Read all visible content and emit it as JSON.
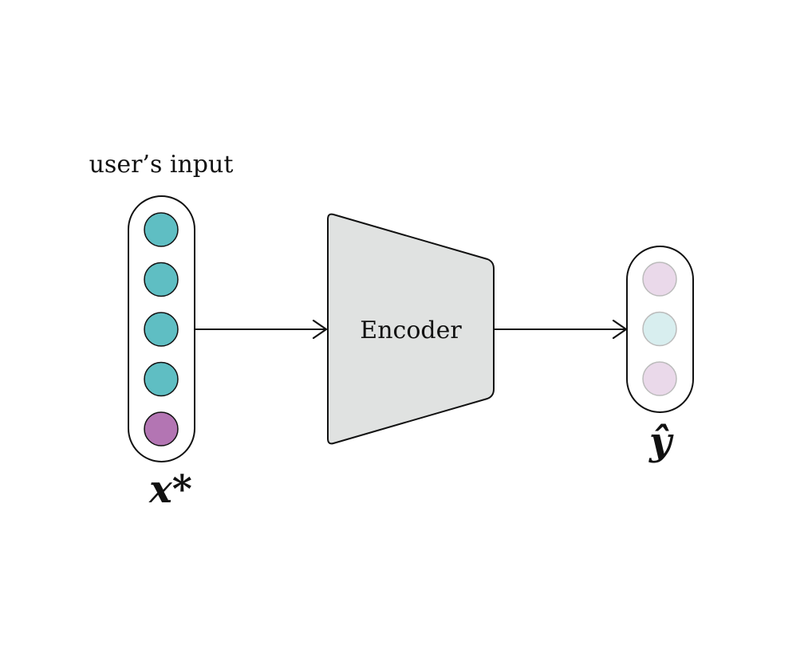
{
  "input": {
    "caption": "user’s input",
    "symbol": "x*",
    "node_colors": [
      "#5fbec3",
      "#5fbec3",
      "#5fbec3",
      "#5fbec3",
      "#b375b3"
    ]
  },
  "encoder": {
    "label": "Encoder",
    "fill": "#e0e2e1"
  },
  "output": {
    "symbol": "ŷ",
    "node_colors": [
      "#ead9ea",
      "#d8eeef",
      "#ead9ea"
    ]
  },
  "colors": {
    "stroke": "#111111",
    "output_node_stroke": "#bbbbbb"
  }
}
